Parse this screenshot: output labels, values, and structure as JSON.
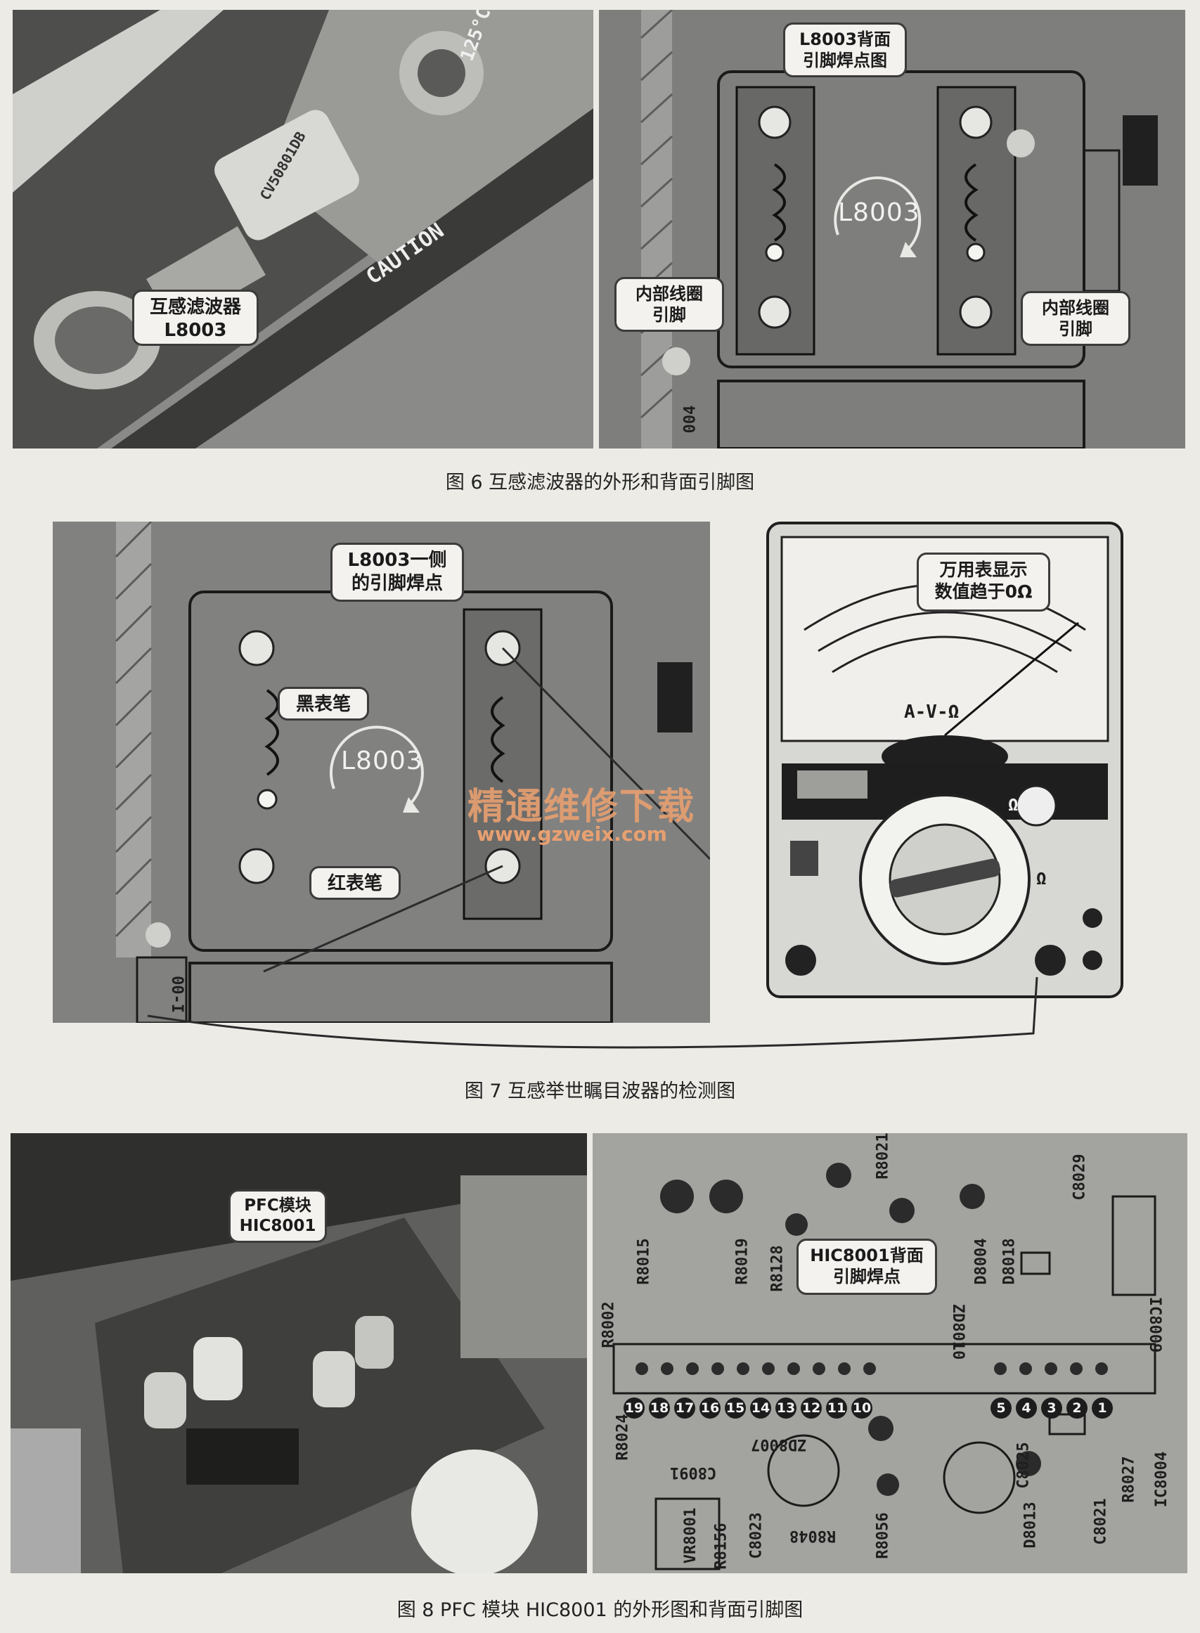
{
  "fig6": {
    "left_callout": "互感滤波器\nL8003",
    "caution": "CAUTION",
    "part_code": "CV50801DB",
    "temp": "125°C",
    "top_callout": "L8003背面\n引脚焊点图",
    "coil_label": "L8003",
    "left_pin_callout": "内部线圈\n引脚",
    "right_pin_callout": "内部线圈\n引脚",
    "pcb_mark": "004",
    "caption": "图 6  互感滤波器的外形和背面引脚图"
  },
  "fig7": {
    "pin_callout": "L8003一侧\n的引脚焊点",
    "black_probe": "黑表笔",
    "red_probe": "红表笔",
    "coil_label": "L8003",
    "meter_callout": "万用表显示\n数值趋于0Ω",
    "meter_mode": "A-V-Ω",
    "ohm_symbol": "Ω",
    "pcb_mark": "00-I",
    "watermark_cn": "精通维修下载",
    "watermark_url": "www.gzweix.com",
    "caption": "图 7  互感举世瞩目波器的检测图"
  },
  "fig8": {
    "module_callout": "PFC模块\nHIC8001",
    "pin_callout": "HIC8001背面\n引脚焊点",
    "pins_left": [
      "19",
      "18",
      "17",
      "16",
      "15",
      "14",
      "13",
      "12",
      "11",
      "10"
    ],
    "pins_right": [
      "5",
      "4",
      "3",
      "2",
      "1"
    ],
    "silkscreen": [
      "R8015",
      "R8019",
      "R8128",
      "R8021",
      "C8029",
      "IC8009",
      "R8002",
      "D8004",
      "D8018",
      "ZD8010",
      "R8024",
      "ZD8007",
      "C8025",
      "R8027",
      "IC8004",
      "C8021",
      "D8013",
      "C8023",
      "R8048",
      "R8056",
      "VR8001",
      "C8091",
      "R8156"
    ],
    "caption": "图 8  PFC 模块 HIC8001 的外形图和背面引脚图"
  }
}
